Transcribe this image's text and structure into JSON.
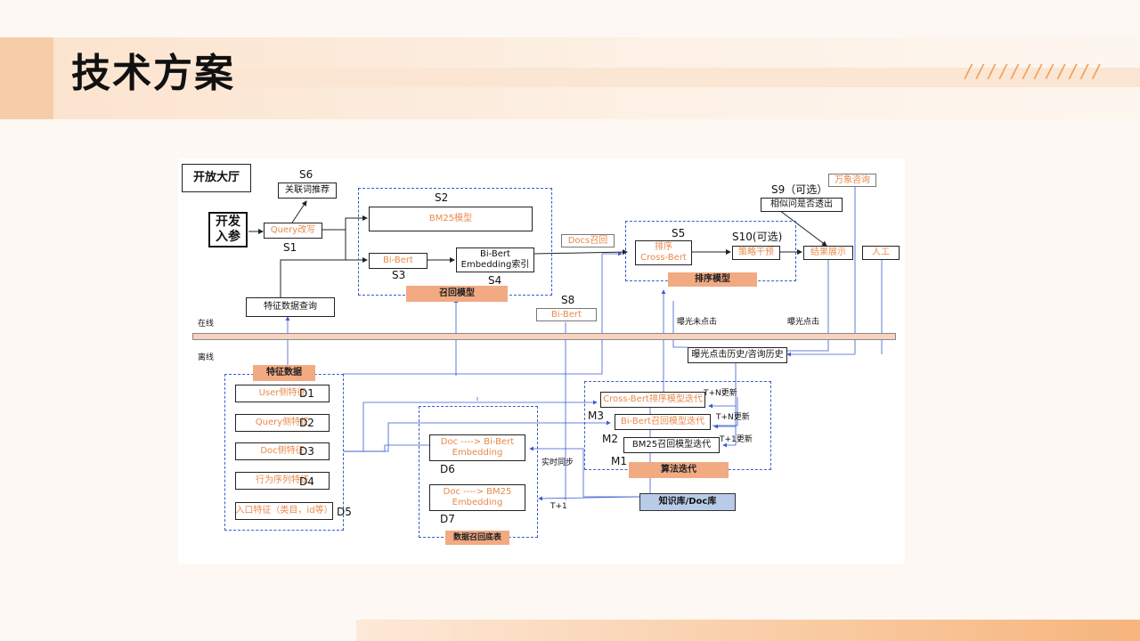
{
  "title": "技术方案",
  "decoration": "////////////",
  "diagram": {
    "hall": "开放大厅",
    "entry": "开发入参",
    "query_rewrite": "Query改写",
    "s1": "S1",
    "s6": "S6",
    "related_words": "关联词推荐",
    "s2": "S2",
    "bm25_model": "BM25模型",
    "bibert": "Bi-Bert",
    "s3": "S3",
    "bibert_index": "Bi-Bert\nEmbedding索引",
    "s4": "S4",
    "recall_model": "召回模型",
    "feature_query": "特征数据查询",
    "docs_recall": "Docs召回",
    "s5": "S5",
    "rank_cross_bert": "排序\nCross-Bert",
    "rank_model": "排序模型",
    "s10": "S10(可选)",
    "strategy": "策略干预",
    "s9": "S9（可选）",
    "similar_question": "相似问是否透出",
    "wanxiang": "万象咨询",
    "result_display": "结果展示",
    "manual": "人工",
    "s8": "S8",
    "bibert_s8": "Bi-Bert",
    "exposure_no_click": "曝光未点击",
    "exposure_click": "曝光点击",
    "online": "在线",
    "offline": "离线",
    "history": "曝光点击历史/咨询历史",
    "feature_data": "特征数据",
    "user_feat": "User侧特征",
    "d1": "D1",
    "query_feat": "Query侧特征",
    "d2": "D2",
    "doc_feat": "Doc侧特征",
    "d3": "D3",
    "behavior_feat": "行为序列特征",
    "d4": "D4",
    "entry_feat": "入口特征（类目，id等）",
    "d5": "D5",
    "doc_bibert": "Doc  ----> Bi-Bert\nEmbedding",
    "d6": "D6",
    "doc_bm25": "Doc  ----> BM25\nEmbedding",
    "d7": "D7",
    "data_recall_table": "数据召回底表",
    "realtime_sync": "实时同步",
    "t1": "T+1",
    "knowledge_base": "知识库/Doc库",
    "cross_bert_iter": "Cross-Bert排序模型迭代",
    "m3": "M3",
    "tn_update_1": "T+N更新",
    "bibert_iter": "Bi-Bert召回模型迭代",
    "m2": "M2",
    "tn_update_2": "T+N更新",
    "bm25_iter": "BM25召回模型迭代",
    "m1": "M1",
    "t1_update": "T+1更新",
    "algo_iter": "算法迭代"
  }
}
